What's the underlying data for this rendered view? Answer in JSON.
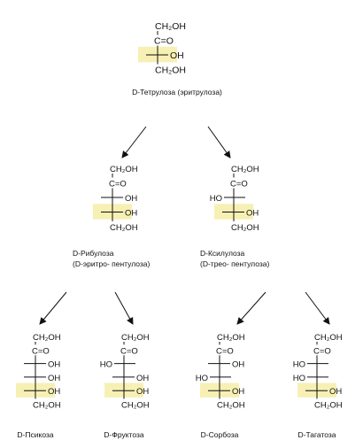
{
  "colors": {
    "highlight": "#f7f0b4",
    "ink": "#111111"
  },
  "tetrulose": {
    "caption": "D-Тетрулоза (эритрулоза)",
    "rows": [
      {
        "left": "",
        "right": "CH₂OH",
        "type": "top"
      },
      {
        "left": "",
        "right": "C=O",
        "type": "carbonyl"
      },
      {
        "left": "",
        "right": "OH",
        "type": "right",
        "highlight": true
      },
      {
        "left": "",
        "right": "CH₂OH",
        "type": "bottom"
      }
    ]
  },
  "pentuloses": [
    {
      "caption1": "D-Рибулоза",
      "caption2": "(D-эритро- пентулоза)",
      "rows": [
        {
          "left": "",
          "right": "CH₂OH",
          "type": "top"
        },
        {
          "left": "",
          "right": "C=O",
          "type": "carbonyl"
        },
        {
          "left": "",
          "right": "OH",
          "type": "right"
        },
        {
          "left": "",
          "right": "OH",
          "type": "right",
          "highlight": true
        },
        {
          "left": "",
          "right": "CH₂OH",
          "type": "bottom"
        }
      ]
    },
    {
      "caption1": "D-Ксилулоза",
      "caption2": "(D-трео- пентулоза)",
      "rows": [
        {
          "left": "",
          "right": "CH₂OH",
          "type": "top"
        },
        {
          "left": "",
          "right": "C=O",
          "type": "carbonyl"
        },
        {
          "left": "HO",
          "right": "",
          "type": "left"
        },
        {
          "left": "",
          "right": "OH",
          "type": "right",
          "highlight": true
        },
        {
          "left": "",
          "right": "CH₂OH",
          "type": "bottom"
        }
      ]
    }
  ],
  "hexuloses": [
    {
      "caption": "D-Псикоза",
      "rows": [
        {
          "left": "",
          "right": "CH₂OH",
          "type": "top"
        },
        {
          "left": "",
          "right": "C=O",
          "type": "carbonyl"
        },
        {
          "left": "",
          "right": "OH",
          "type": "right"
        },
        {
          "left": "",
          "right": "OH",
          "type": "right"
        },
        {
          "left": "",
          "right": "OH",
          "type": "right",
          "highlight": true
        },
        {
          "left": "",
          "right": "CH₂OH",
          "type": "bottom"
        }
      ]
    },
    {
      "caption": "D-Фруктоза",
      "rows": [
        {
          "left": "",
          "right": "CH₂OH",
          "type": "top"
        },
        {
          "left": "",
          "right": "C=O",
          "type": "carbonyl"
        },
        {
          "left": "HO",
          "right": "",
          "type": "left"
        },
        {
          "left": "",
          "right": "OH",
          "type": "right"
        },
        {
          "left": "",
          "right": "OH",
          "type": "right",
          "highlight": true
        },
        {
          "left": "",
          "right": "CH₂OH",
          "type": "bottom"
        }
      ]
    },
    {
      "caption": "D-Сорбоза",
      "rows": [
        {
          "left": "",
          "right": "CH₂OH",
          "type": "top"
        },
        {
          "left": "",
          "right": "C=O",
          "type": "carbonyl"
        },
        {
          "left": "",
          "right": "OH",
          "type": "right"
        },
        {
          "left": "HO",
          "right": "",
          "type": "left"
        },
        {
          "left": "",
          "right": "OH",
          "type": "right",
          "highlight": true
        },
        {
          "left": "",
          "right": "CH₂OH",
          "type": "bottom"
        }
      ]
    },
    {
      "caption": "D-Тагатоза",
      "rows": [
        {
          "left": "",
          "right": "CH₂OH",
          "type": "top"
        },
        {
          "left": "",
          "right": "C=O",
          "type": "carbonyl"
        },
        {
          "left": "HO",
          "right": "",
          "type": "left"
        },
        {
          "left": "HO",
          "right": "",
          "type": "left"
        },
        {
          "left": "",
          "right": "OH",
          "type": "right",
          "highlight": true
        },
        {
          "left": "",
          "right": "CH₂OH",
          "type": "bottom"
        }
      ]
    }
  ]
}
